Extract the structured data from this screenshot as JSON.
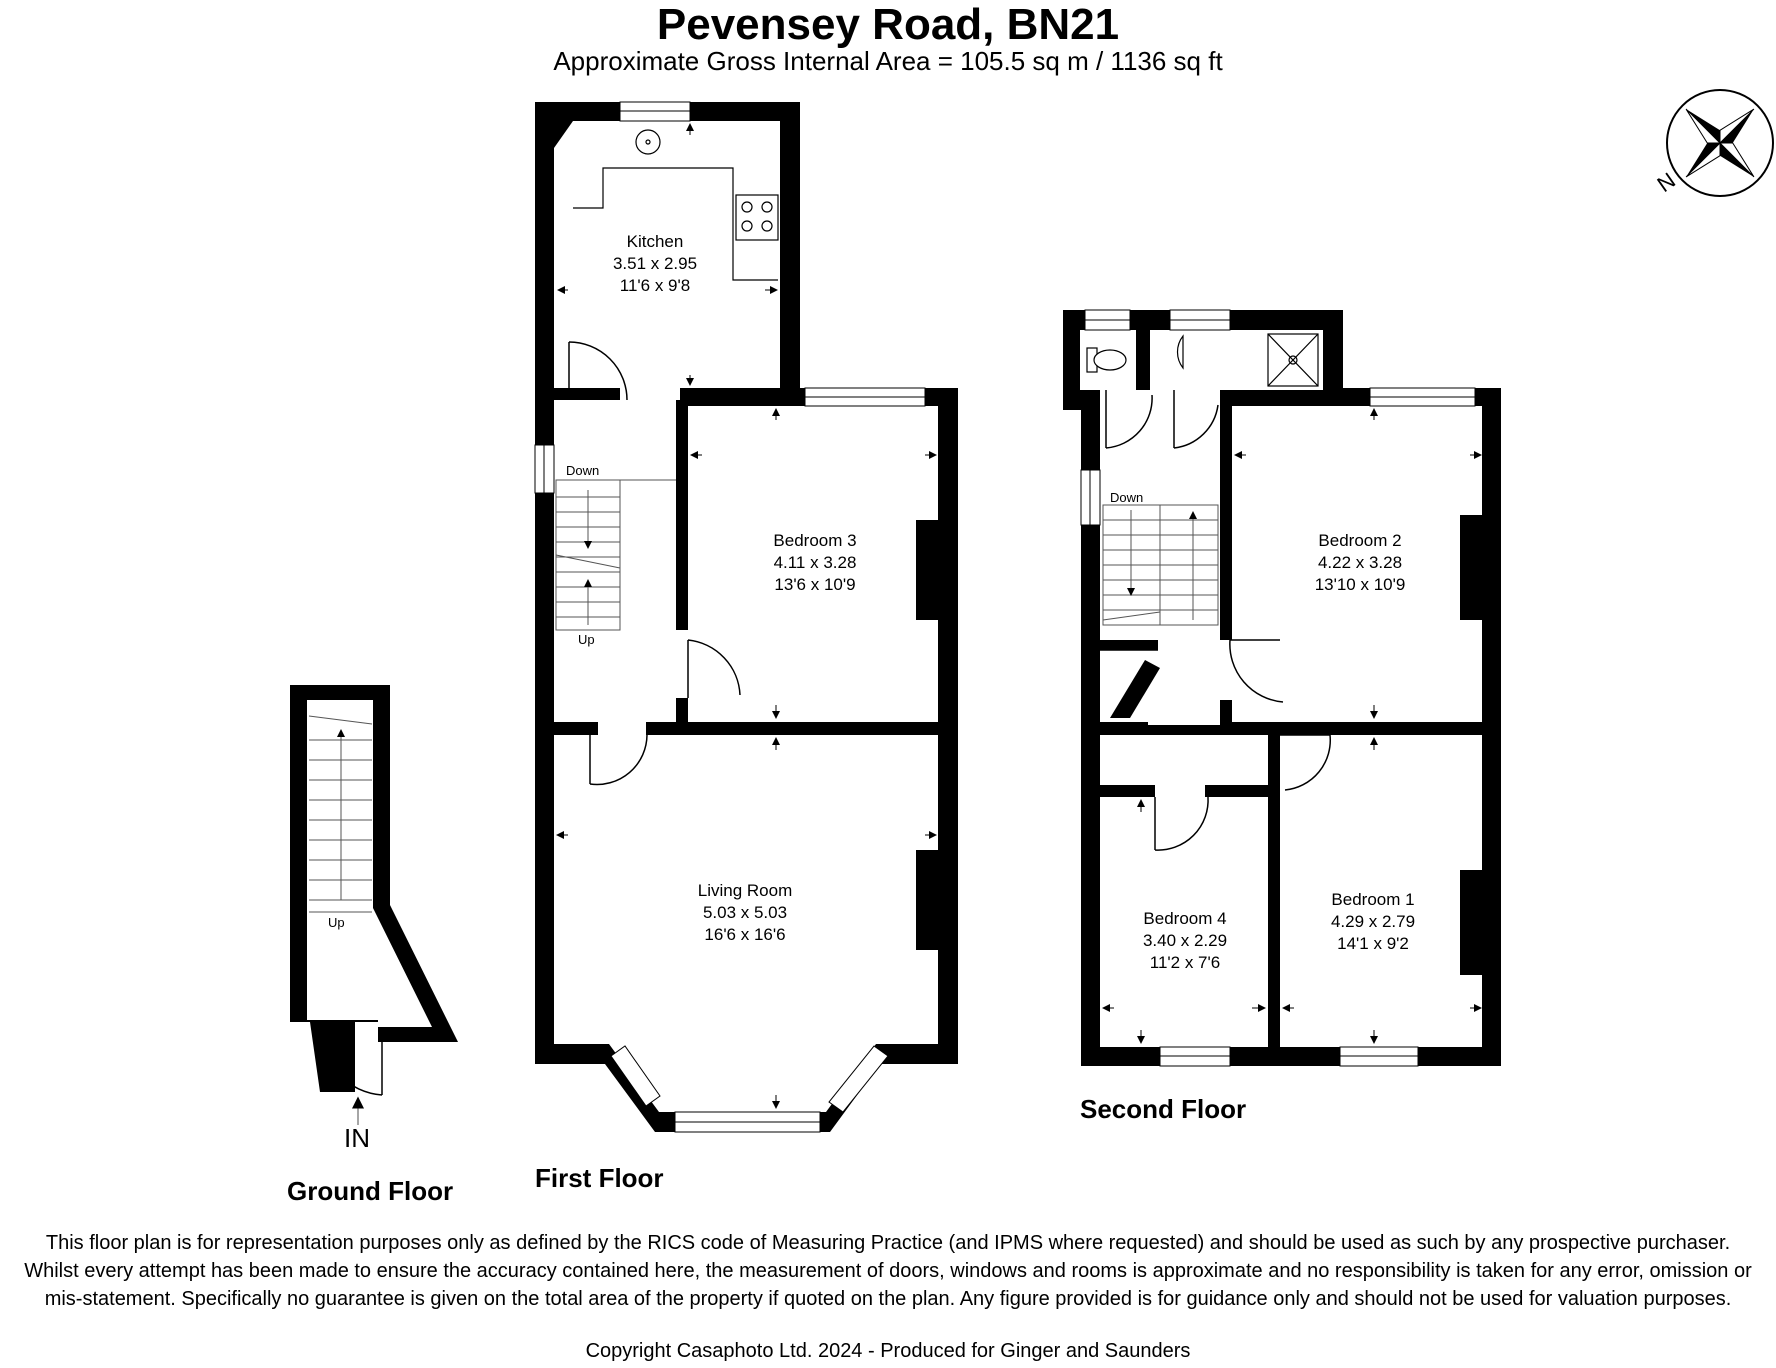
{
  "title": "Pevensey Road, BN21",
  "subtitle": "Approximate Gross Internal Area = 105.5 sq m / 1136 sq ft",
  "compass": {
    "letter": "N"
  },
  "floors": {
    "ground": "Ground Floor",
    "first": "First Floor",
    "second": "Second Floor"
  },
  "entry": "IN",
  "stairs": {
    "up": "Up",
    "down": "Down"
  },
  "rooms": {
    "kitchen": {
      "name": "Kitchen",
      "metric": "3.51 x 2.95",
      "imperial": "11'6 x 9'8"
    },
    "bedroom3": {
      "name": "Bedroom 3",
      "metric": "4.11 x 3.28",
      "imperial": "13'6 x 10'9"
    },
    "living": {
      "name": "Living Room",
      "metric": "5.03 x 5.03",
      "imperial": "16'6 x 16'6"
    },
    "bedroom2": {
      "name": "Bedroom 2",
      "metric": "4.22 x 3.28",
      "imperial": "13'10 x 10'9"
    },
    "bedroom4": {
      "name": "Bedroom 4",
      "metric": "3.40 x 2.29",
      "imperial": "11'2 x 7'6"
    },
    "bedroom1": {
      "name": "Bedroom 1",
      "metric": "4.29 x 2.79",
      "imperial": "14'1 x 9'2"
    }
  },
  "disclaimer": "This floor plan is for representation purposes only as defined by the RICS code of Measuring Practice (and IPMS where requested) and should be used as such by any prospective purchaser. Whilst every attempt has been made to ensure the accuracy contained here, the measurement of doors, windows and rooms is approximate and no responsibility is taken for any error, omission or mis-statement. Specifically no guarantee is given on the total area of the property if quoted on the plan. Any figure provided is for guidance only and should not be used for valuation purposes.",
  "copyright": "Copyright Casaphoto Ltd. 2024 - Produced for Ginger and Saunders"
}
